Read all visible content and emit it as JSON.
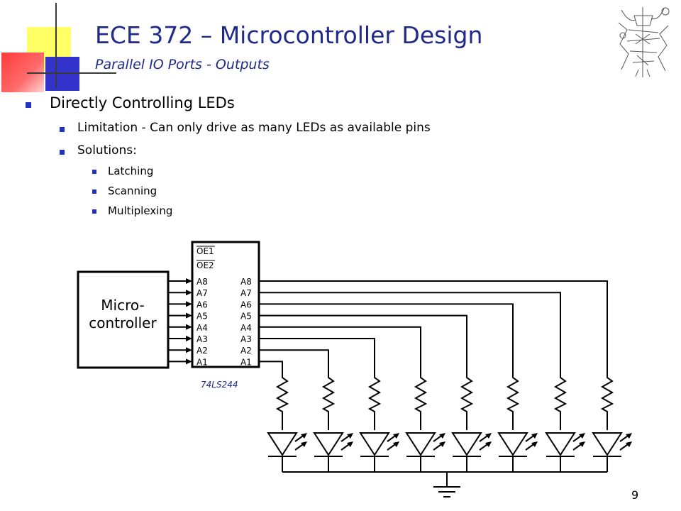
{
  "slide": {
    "title": "ECE 372 – Microcontroller Design",
    "subtitle": "Parallel IO Ports - Outputs",
    "page_number": "9",
    "accent_color": "#1f2a8a",
    "bullet_color": "#2233bb",
    "logo_icon": "circuit-sketch-logo"
  },
  "bullets": {
    "l1": "Directly Controlling LEDs",
    "l2_1": "Limitation - Can only drive as many LEDs as available pins",
    "l2_2": "Solutions:",
    "l3_1": "Latching",
    "l3_2": "Scanning",
    "l3_3": "Multiplexing"
  },
  "diagram": {
    "mcu_line1": "Micro-",
    "mcu_line2": "controller",
    "chip_part": "74LS244",
    "oe1": "OE1",
    "oe2": "OE2",
    "pins_left": [
      "A8",
      "A7",
      "A6",
      "A5",
      "A4",
      "A3",
      "A2",
      "A1"
    ],
    "pins_right": [
      "A8",
      "A7",
      "A6",
      "A5",
      "A4",
      "A3",
      "A2",
      "A1"
    ]
  }
}
